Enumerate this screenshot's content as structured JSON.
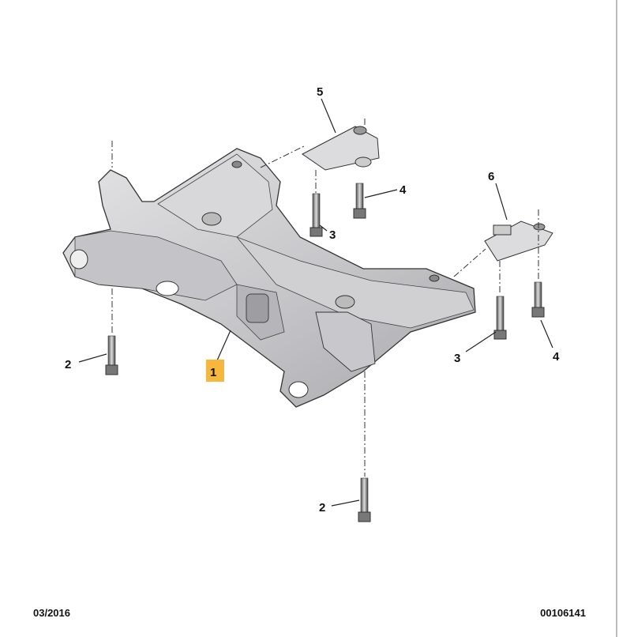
{
  "diagram": {
    "callouts": {
      "c1": "1",
      "c2a": "2",
      "c2b": "2",
      "c3a": "3",
      "c3b": "3",
      "c4a": "4",
      "c4b": "4",
      "c5": "5",
      "c6": "6"
    },
    "highlight_color": "#f6b73c"
  },
  "footer": {
    "date": "03/2016",
    "reference": "00106141"
  }
}
